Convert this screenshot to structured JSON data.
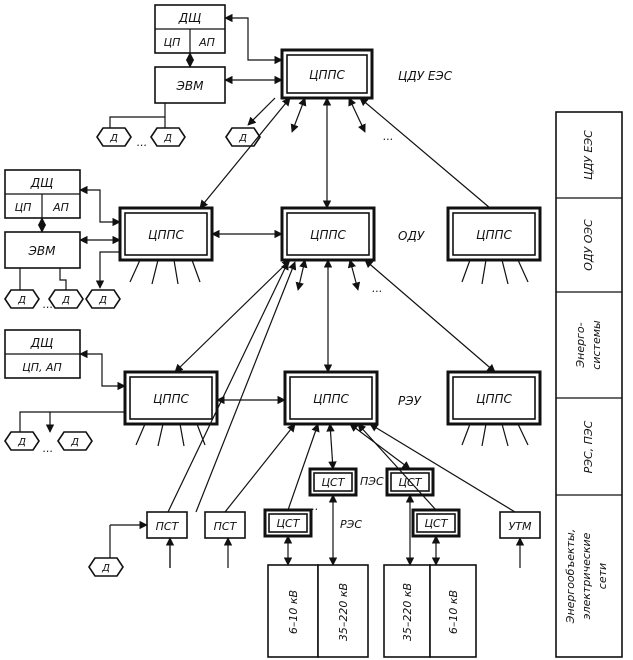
{
  "labels": {
    "dshch": "ДЩ",
    "tsp": "ЦП",
    "ap": "АП",
    "tsp_ap": "ЦП, АП",
    "evm": "ЭВМ",
    "d": "Д",
    "dots": "...",
    "tspps": "ЦППС",
    "pst": "ПСТ",
    "tsst": "ЦСТ",
    "utm": "УТМ",
    "pes": "ПЭС",
    "res": "РЭС",
    "v6_10": "6–10 кВ",
    "v35_220": "35–220 кВ"
  },
  "level_labels": {
    "top": "ЦДУ ЕЭС",
    "mid": "ОДУ",
    "low": "РЭУ"
  },
  "side_panel": [
    "ЦДУ ЕЭС",
    "ОДУ ОЭС",
    "Энерго-",
    "системы",
    "РЭС, ПЭС",
    "Энергообъекты,",
    "электрические",
    "сети"
  ]
}
